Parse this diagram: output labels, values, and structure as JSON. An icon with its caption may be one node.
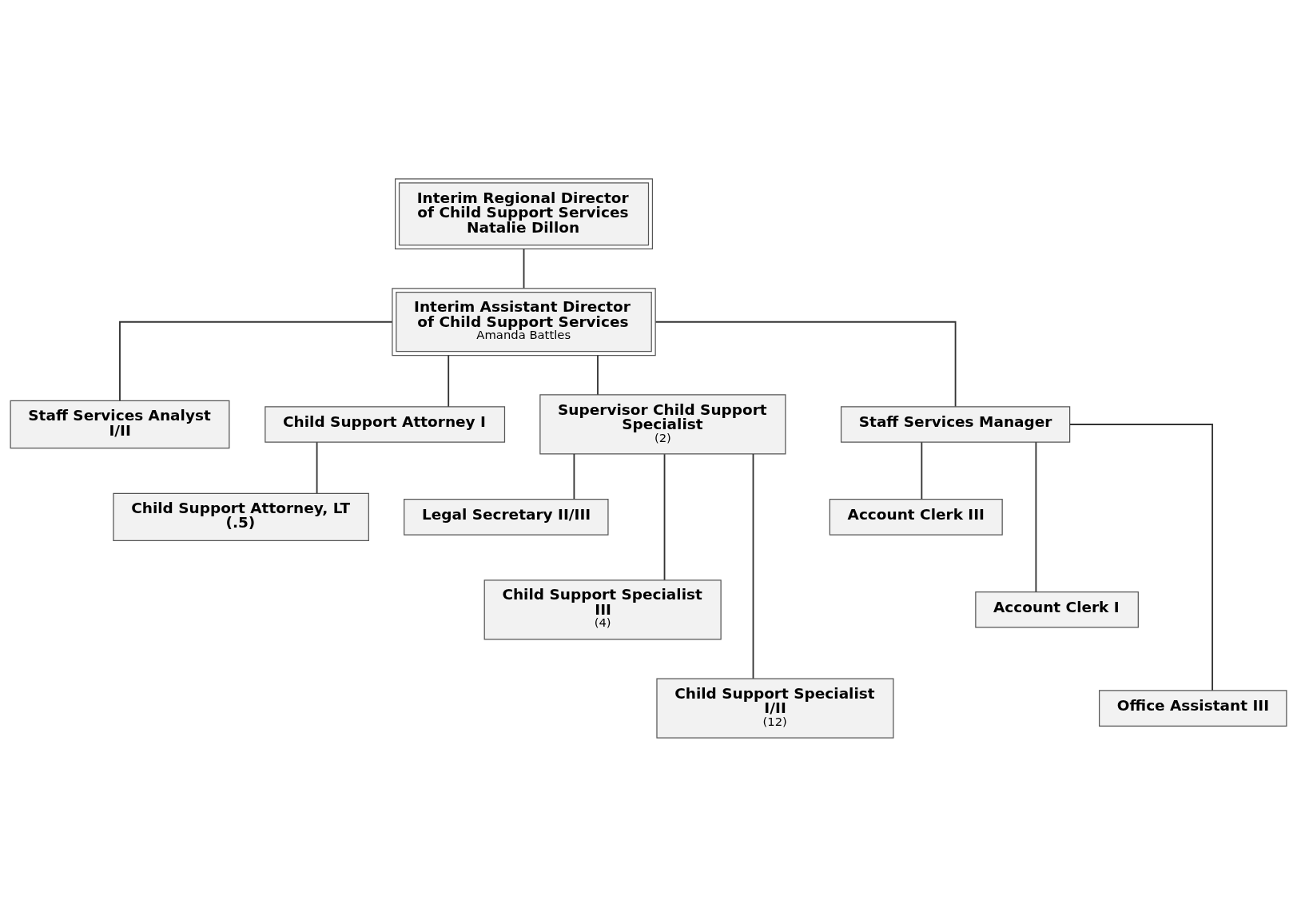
{
  "diagram": {
    "nodes": [
      {
        "text": [
          "Interim Regional Director of Child Support Services",
          "Natalie Dillon"
        ]
      },
      {
        "text": [
          "Interim Assistant Director of Child Support Services",
          "Amanda Battles"
        ]
      },
      {
        "text": [
          "Staff Services Analyst I/II"
        ]
      },
      {
        "text": [
          "Child Support Attorney I"
        ]
      },
      {
        "text": [
          "Supervisor Child Support Specialist",
          "(2)"
        ]
      },
      {
        "text": [
          "Staff Services Manager"
        ]
      },
      {
        "text": [
          "Child Support Attorney, LT",
          "(.5)"
        ]
      },
      {
        "text": [
          "Legal Secretary II/III"
        ]
      },
      {
        "text": [
          "Child Support Specialist III",
          "(4)"
        ]
      },
      {
        "text": [
          "Child Support Specialist I/II",
          "(12)"
        ]
      },
      {
        "text": [
          "Account Clerk III"
        ]
      },
      {
        "text": [
          "Account Clerk I"
        ]
      },
      {
        "text": [
          "Office Assistant III"
        ]
      }
    ],
    "edges": [
      {
        "from": 0,
        "to": 1,
        "arrow": "none"
      },
      {
        "from": 1,
        "to": 2,
        "arrow": "none"
      },
      {
        "from": 1,
        "to": 3,
        "arrow": "none"
      },
      {
        "from": 1,
        "to": 4,
        "arrow": "none"
      },
      {
        "from": 1,
        "to": 5,
        "arrow": "none"
      },
      {
        "from": 3,
        "to": 6,
        "arrow": "none"
      },
      {
        "from": 4,
        "to": 7,
        "arrow": "none"
      },
      {
        "from": 4,
        "to": 8,
        "arrow": "none"
      },
      {
        "from": 4,
        "to": 9,
        "arrow": "none"
      },
      {
        "from": 5,
        "to": 10,
        "arrow": "none"
      },
      {
        "from": 5,
        "to": 11,
        "arrow": "none"
      },
      {
        "from": 5,
        "to": 12,
        "arrow": "none"
      }
    ]
  }
}
